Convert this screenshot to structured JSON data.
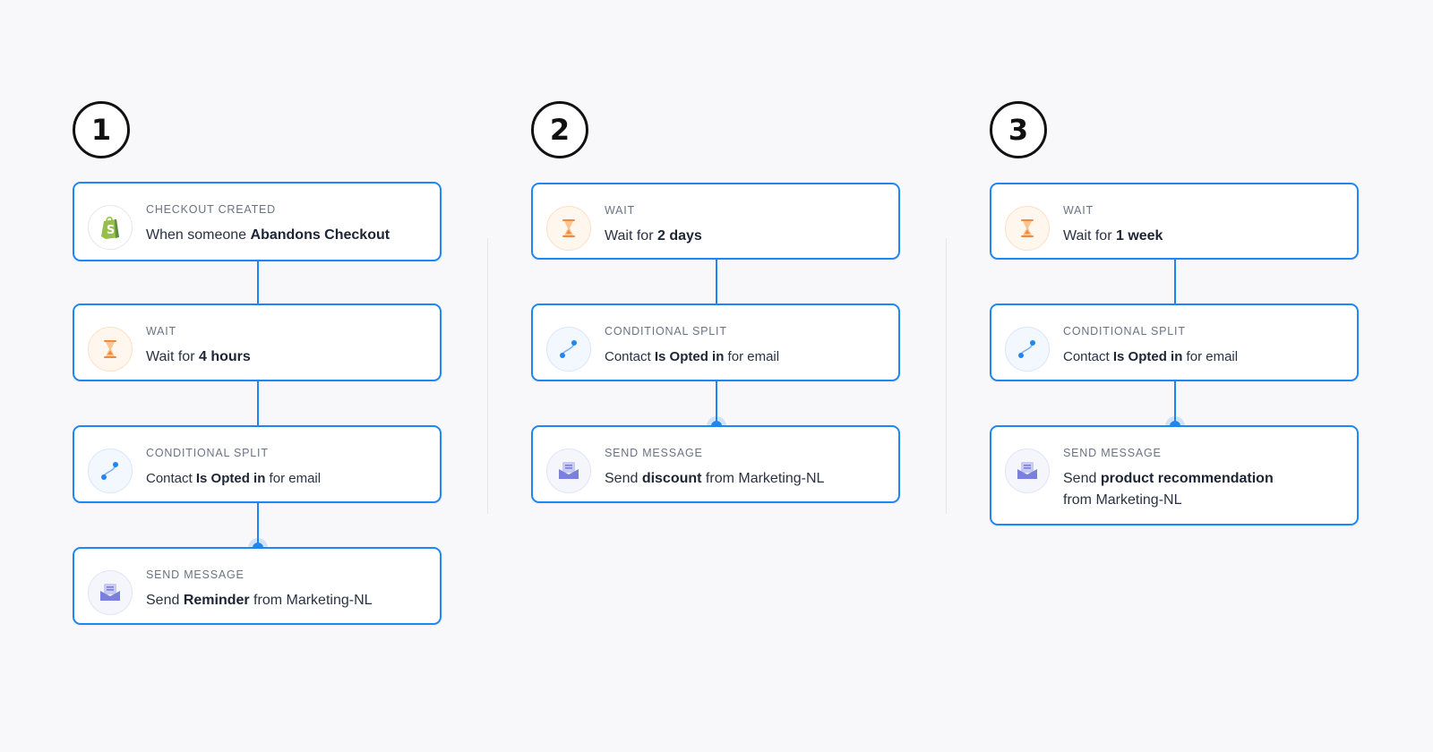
{
  "columns": [
    {
      "step": "1",
      "cards": [
        {
          "type": "CHECKOUT CREATED",
          "pre": "When someone ",
          "bold": "Abandons Checkout",
          "post": "",
          "post2": "",
          "icon": "shopify-icon"
        },
        {
          "type": "WAIT",
          "pre": "Wait for ",
          "bold": "4 hours",
          "post": "",
          "post2": "",
          "icon": "hourglass-icon"
        },
        {
          "type": "CONDITIONAL SPLIT",
          "pre": "Contact ",
          "bold": "Is Opted in",
          "post": " for email",
          "post2": "",
          "icon": "split-icon"
        },
        {
          "type": "SEND MESSAGE",
          "pre": "Send ",
          "bold": "Reminder",
          "post": " from Marketing-NL",
          "post2": "",
          "icon": "envelope-icon"
        }
      ]
    },
    {
      "step": "2",
      "cards": [
        {
          "type": "WAIT",
          "pre": "Wait for ",
          "bold": "2 days",
          "post": "",
          "post2": "",
          "icon": "hourglass-icon"
        },
        {
          "type": "CONDITIONAL SPLIT",
          "pre": "Contact ",
          "bold": "Is Opted in",
          "post": " for email",
          "post2": "",
          "icon": "split-icon"
        },
        {
          "type": "SEND MESSAGE",
          "pre": "Send ",
          "bold": "discount",
          "post": " from Marketing-NL",
          "post2": "",
          "icon": "envelope-icon"
        }
      ]
    },
    {
      "step": "3",
      "cards": [
        {
          "type": "WAIT",
          "pre": "Wait for ",
          "bold": "1 week",
          "post": "",
          "post2": "",
          "icon": "hourglass-icon"
        },
        {
          "type": "CONDITIONAL SPLIT",
          "pre": "Contact ",
          "bold": "Is Opted in",
          "post": " for email",
          "post2": "",
          "icon": "split-icon"
        },
        {
          "type": "SEND MESSAGE",
          "pre": "Send ",
          "bold": "product recommendation",
          "post": "",
          "post2": "from Marketing-NL",
          "icon": "envelope-icon"
        }
      ]
    }
  ],
  "colors": {
    "accent": "#1f86f5",
    "wait": "#f08a3e",
    "send": "#7a7fe0",
    "shopify": "#95bf47"
  }
}
